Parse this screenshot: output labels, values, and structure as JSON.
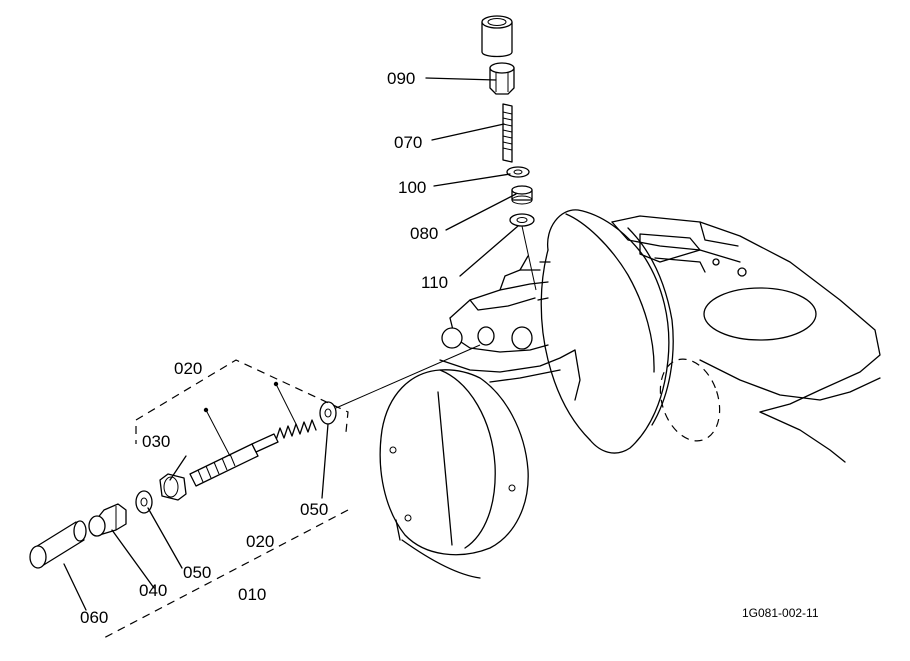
{
  "labels": {
    "p090": "090",
    "p070": "070",
    "p100": "100",
    "p080": "080",
    "p110": "110",
    "p020_top": "020",
    "p030": "030",
    "p050_right": "050",
    "p020_bottom": "020",
    "p050_left": "050",
    "p040": "040",
    "p010": "010",
    "p060": "060"
  },
  "drawing_code": "1G081-002-11"
}
